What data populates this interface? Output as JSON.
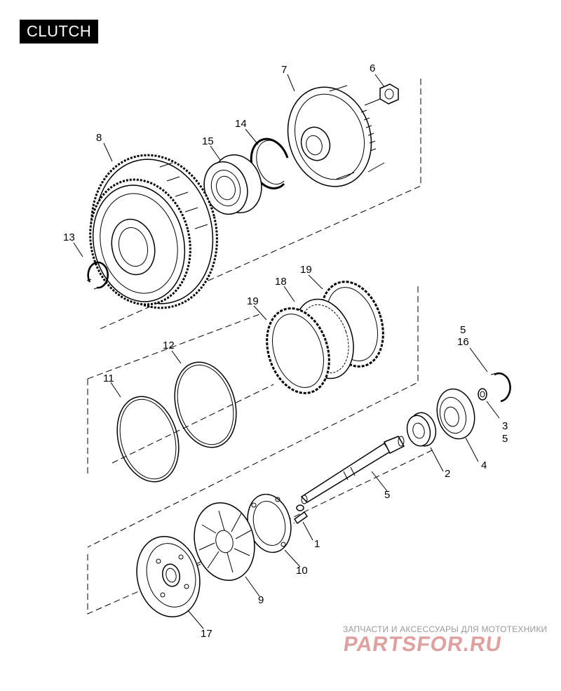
{
  "title": "CLUTCH",
  "watermark": {
    "caption": "ЗАПЧАСТИ И АКСЕССУАРЫ ДЛЯ МОТОТЕХНИКИ",
    "logo": "PARTSFOR.RU"
  },
  "callouts": {
    "c1": "1",
    "c2": "2",
    "c3a": "3",
    "c5c": "5",
    "c4": "4",
    "c5a": "5",
    "c16": "16",
    "c5b": "5",
    "c6": "6",
    "c7": "7",
    "c8": "8",
    "c9": "9",
    "c10": "10",
    "c11": "11",
    "c12": "12",
    "c13": "13",
    "c14": "14",
    "c15": "15",
    "c17": "17",
    "c18": "18",
    "c19a": "19",
    "c19b": "19"
  }
}
